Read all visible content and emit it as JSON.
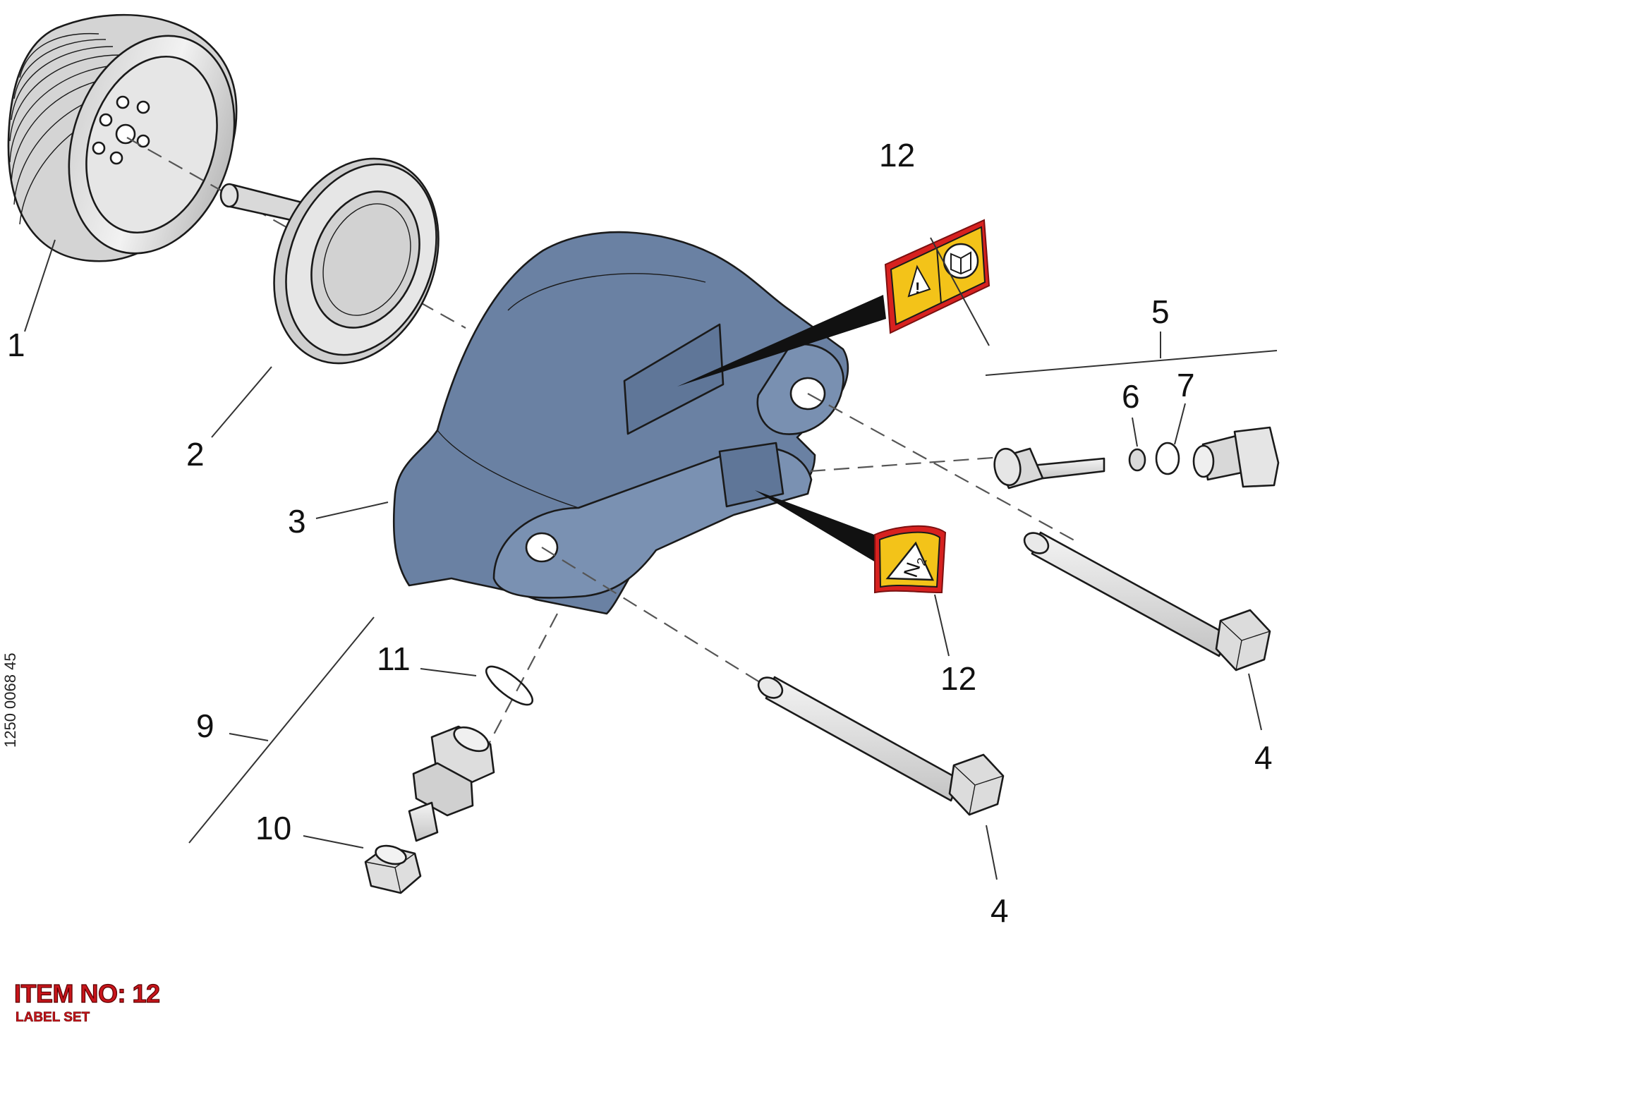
{
  "drawing_number": "1250 0068 45",
  "item": {
    "title": "ITEM NO: 12",
    "subtitle": "LABEL SET"
  },
  "colors": {
    "housing": "#6a81a3",
    "label_yellow": "#f3c319",
    "label_red": "#d7211f",
    "item_text": "#c8151b"
  },
  "callouts": {
    "c1": "1",
    "c2": "2",
    "c3": "3",
    "c4a": "4",
    "c4b": "4",
    "c5": "5",
    "c6": "6",
    "c7": "7",
    "c9": "9",
    "c10": "10",
    "c11": "11",
    "c12a": "12",
    "c12b": "12"
  },
  "labels": {
    "n2_symbol": "N",
    "n2_subscript": "2",
    "warning_symbol": "!"
  }
}
